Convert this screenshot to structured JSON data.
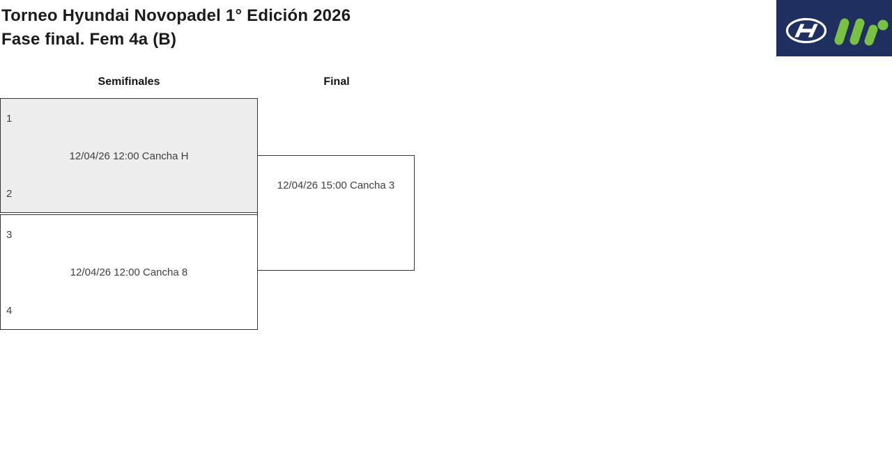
{
  "header": {
    "title_line1": "Torneo Hyundai Novopadel 1° Edición 2026",
    "title_line2": "Fase final. Fem 4a (B)"
  },
  "logos": {
    "background_color": "#1f2f5f",
    "hyundai_icon": "hyundai-logo",
    "mi_icon": "mi-green-logo",
    "mi_green": "#79c142",
    "hyundai_white": "#ffffff"
  },
  "bracket": {
    "rounds": [
      {
        "label": "Semifinales"
      },
      {
        "label": "Final"
      }
    ],
    "semifinals": [
      {
        "seed_top": "1",
        "seed_bottom": "2",
        "schedule": "12/04/26 12:00 Cancha H",
        "highlighted": true
      },
      {
        "seed_top": "3",
        "seed_bottom": "4",
        "schedule": "12/04/26 12:00 Cancha 8",
        "highlighted": false
      }
    ],
    "final": {
      "schedule": "12/04/26 15:00 Cancha 3"
    }
  },
  "colors": {
    "match_shaded_fill": "#ededed",
    "match_border": "#333333",
    "text_primary": "#1b1b1b",
    "text_secondary": "#3f3f3f"
  }
}
